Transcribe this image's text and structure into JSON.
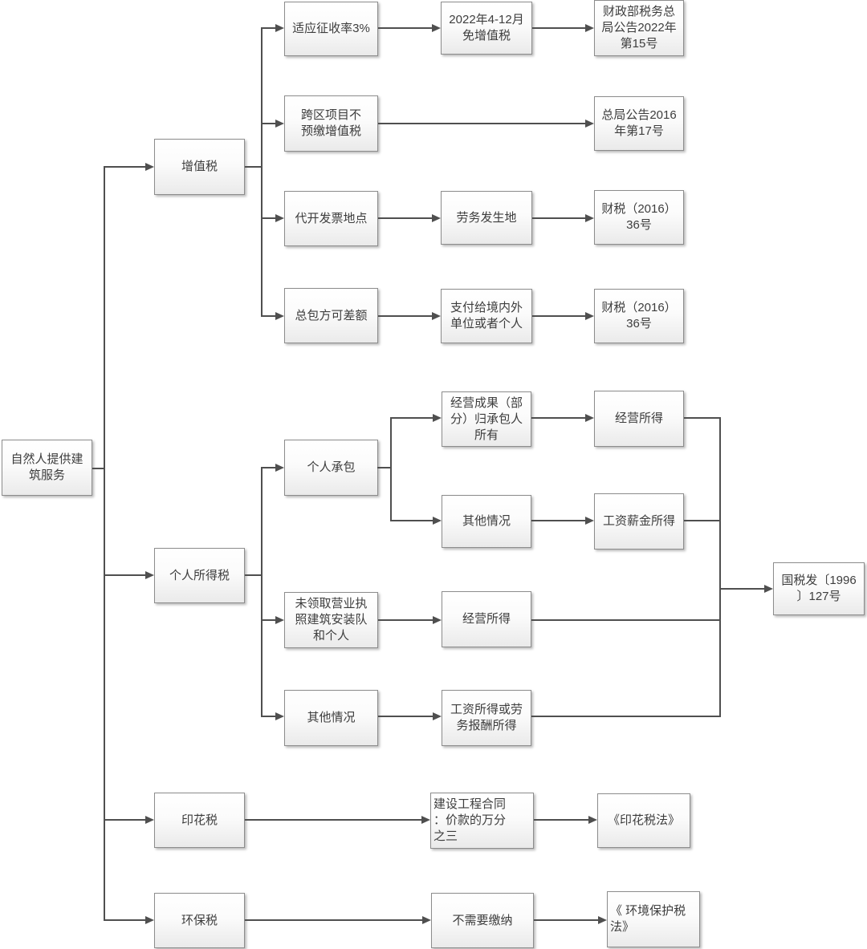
{
  "diagram_type": "flowchart",
  "colors": {
    "box_border": "#8c8c8c",
    "box_fill_top": "#ffffff",
    "box_fill_bottom": "#eaeaea",
    "connector": "#4f4f4f",
    "text": "#3d3d3d"
  },
  "nodes": {
    "root": "自然人提供建\n筑服务",
    "vat": "增值税",
    "vat_rate": "适应征收率3%",
    "vat_exempt": "2022年4-12月\n免增值税",
    "vat_exempt_doc": "财政部税务总\n局公告2022年\n第15号",
    "vat_crossregion": "跨区项目不\n预缴增值税",
    "vat_crossregion_doc": "总局公告2016\n年第17号",
    "vat_invoice": "代开发票地点",
    "vat_invoice_place": "劳务发生地",
    "vat_invoice_doc": "财税（2016）\n36号",
    "vat_diff": "总包方可差额",
    "vat_diff_pay": "支付给境内外\n单位或者个人",
    "vat_diff_doc": "财税（2016）\n36号",
    "pit": "个人所得税",
    "pit_contract": "个人承包",
    "pit_result": "经营成果（部\n分）归承包人\n所有",
    "pit_result_income": "经营所得",
    "pit_other1": "其他情况",
    "pit_wage_income": "工资薪金所得",
    "pit_nolicense": "未领取营业执\n照建筑安装队\n和个人",
    "pit_nolicense_income": "经营所得",
    "pit_other2": "其他情况",
    "pit_other2_income": "工资所得或劳\n务报酬所得",
    "pit_doc": "国税发〔1996\n〕127号",
    "stamp": "印花税",
    "stamp_rate": "建设工程合同\n：价款的万分\n之三",
    "stamp_doc": "《印花税法》",
    "env": "环保税",
    "env_no": "不需要缴纳",
    "env_doc": "《 环境保护税\n法》"
  },
  "edges": [
    [
      "root",
      "vat"
    ],
    [
      "root",
      "pit"
    ],
    [
      "root",
      "stamp"
    ],
    [
      "root",
      "env"
    ],
    [
      "vat",
      "vat_rate"
    ],
    [
      "vat",
      "vat_crossregion"
    ],
    [
      "vat",
      "vat_invoice"
    ],
    [
      "vat",
      "vat_diff"
    ],
    [
      "vat_rate",
      "vat_exempt"
    ],
    [
      "vat_exempt",
      "vat_exempt_doc"
    ],
    [
      "vat_crossregion",
      "vat_crossregion_doc"
    ],
    [
      "vat_invoice",
      "vat_invoice_place"
    ],
    [
      "vat_invoice_place",
      "vat_invoice_doc"
    ],
    [
      "vat_diff",
      "vat_diff_pay"
    ],
    [
      "vat_diff_pay",
      "vat_diff_doc"
    ],
    [
      "pit",
      "pit_contract"
    ],
    [
      "pit",
      "pit_nolicense"
    ],
    [
      "pit",
      "pit_other2"
    ],
    [
      "pit_contract",
      "pit_result"
    ],
    [
      "pit_contract",
      "pit_other1"
    ],
    [
      "pit_result",
      "pit_result_income"
    ],
    [
      "pit_other1",
      "pit_wage_income"
    ],
    [
      "pit_nolicense",
      "pit_nolicense_income"
    ],
    [
      "pit_other2",
      "pit_other2_income"
    ],
    [
      "pit_result_income",
      "pit_doc"
    ],
    [
      "pit_wage_income",
      "pit_doc"
    ],
    [
      "pit_nolicense_income",
      "pit_doc"
    ],
    [
      "pit_other2_income",
      "pit_doc"
    ],
    [
      "stamp",
      "stamp_rate"
    ],
    [
      "stamp_rate",
      "stamp_doc"
    ],
    [
      "env",
      "env_no"
    ],
    [
      "env_no",
      "env_doc"
    ]
  ]
}
